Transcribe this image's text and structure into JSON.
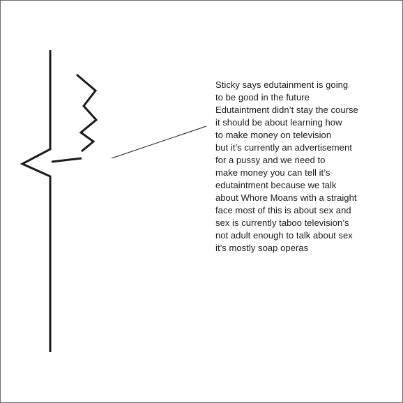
{
  "caption": {
    "lines": [
      "Sticky says edutainment is going",
      "to be good in the future",
      "Edutaintment didn’t stay the course",
      "it should be about learning how",
      "to make money on television",
      "but it’s currently an advertisement",
      "for a pussy and we need to",
      "make money you can tell it’s",
      "edutaintment because we talk",
      "about Whore Moans with a straight",
      "face most of this is about sex and",
      "sex is currently taboo television’s",
      "not adult enough to talk about sex",
      "it’s mostly soap operas"
    ]
  },
  "colors": {
    "ink": "#1a1a1a",
    "border": "#6b6b6b",
    "background": "#ffffff"
  }
}
